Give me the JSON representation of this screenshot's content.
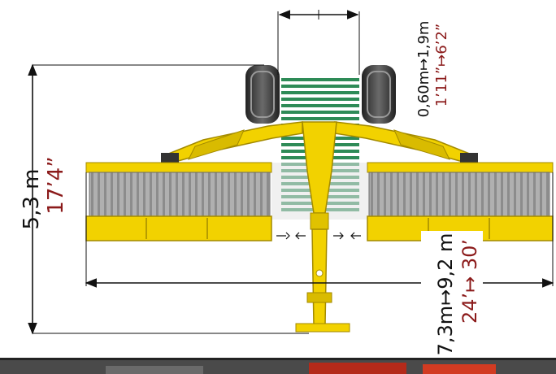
{
  "dimensions": {
    "height_metric": "5,3 m",
    "height_imperial": "17’4”",
    "track_metric": "0,60m↦1,9m",
    "track_imperial": "1’11”↦6’2”",
    "width_metric": "7,3m↦9,2 m",
    "width_imperial": "24’↦ 30’"
  },
  "colors": {
    "frame_yellow": "#f2d200",
    "frame_yellow_dark": "#b79b00",
    "deck_grey": "#9a9a9a",
    "rotor_green": "#2e8b57",
    "dimension_line": "#111111",
    "imperial_text": "#8b1a1a",
    "tire": "#3a3a3a"
  }
}
